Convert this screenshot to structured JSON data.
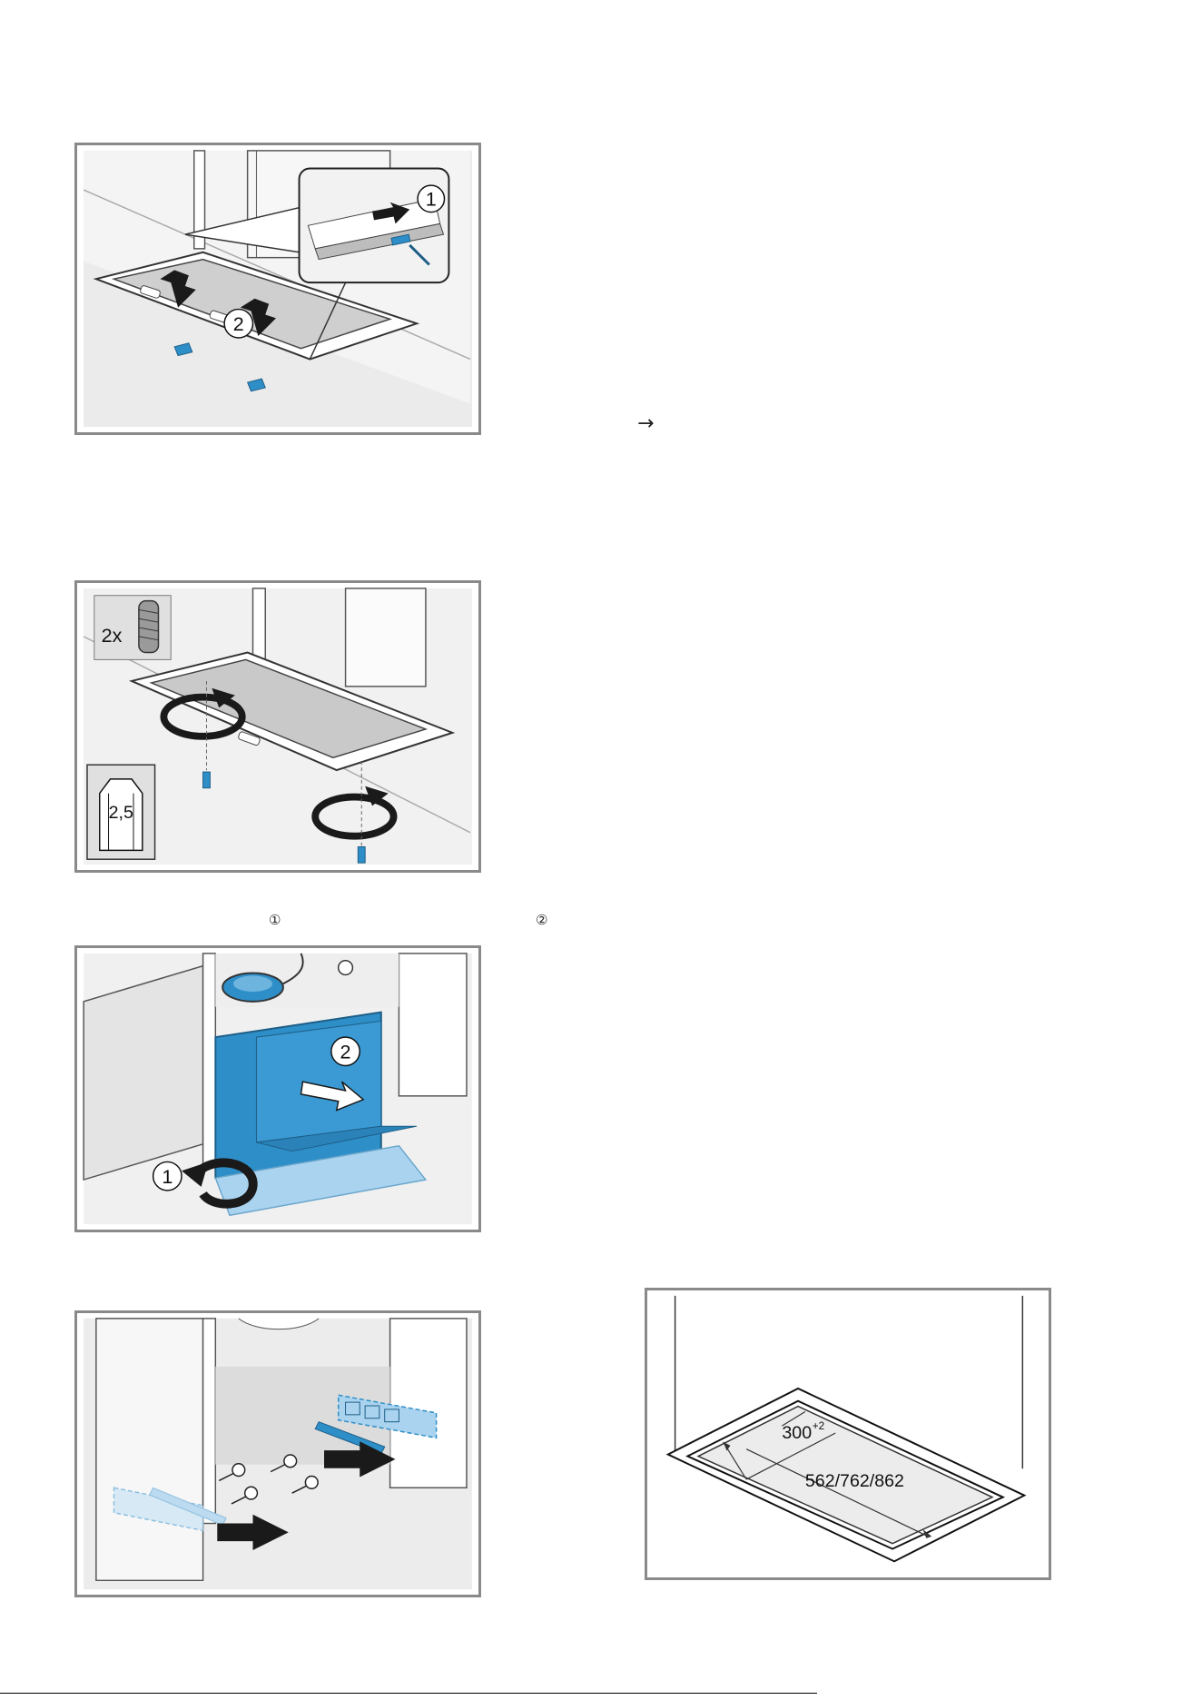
{
  "step1": {
    "callout_outer": "2",
    "callout_inner": "1"
  },
  "step2": {
    "quantity": "2x",
    "tool_size": "2,5"
  },
  "step3": {
    "callout_a": "2",
    "callout_b": "1"
  },
  "dimension": {
    "width_base": "300",
    "width_sup": "+2",
    "length": "562/762/862"
  },
  "inline_text": {
    "arrow": "→",
    "ref1": "①",
    "ref2": "②"
  },
  "colors": {
    "frame": "#8a8a8a",
    "blue": "#2e8ec7",
    "light_blue": "#a9d3ee",
    "grey_panel": "#e9e9e9",
    "filter_grey": "#c9c9c9"
  }
}
